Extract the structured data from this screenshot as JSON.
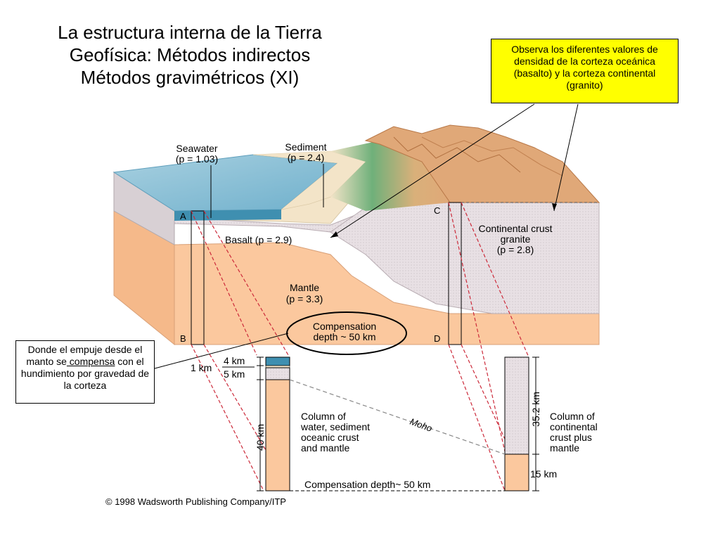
{
  "title": {
    "line1": "La estructura interna de la Tierra",
    "line2": "Geofísica: Métodos indirectos",
    "line3": "Métodos gravimétricos (XI)"
  },
  "notes": {
    "yellow": "Observa los diferentes valores de densidad de la corteza oceánica (basalto) y la corteza continental (granito)",
    "white_pre": "Donde el empuje desde el manto se",
    "white_link": " compensa",
    "white_post": " con el hundimiento por gravedad de la corteza"
  },
  "diagram": {
    "seawater_name": "Seawater",
    "seawater_density": "(p = 1.03)",
    "sediment_name": "Sediment",
    "sediment_density": "(p = 2.4)",
    "basalt": "Basalt (p = 2.9)",
    "continental_line1": "Continental crust",
    "continental_line2": "granite",
    "continental_line3": "(p = 2.8)",
    "mantle_name": "Mantle",
    "mantle_density": "(p = 3.3)",
    "compensation_line1": "Compensation",
    "compensation_line2": "depth ~ 50 km",
    "point_a": "A",
    "point_b": "B",
    "point_c": "C",
    "point_d": "D",
    "dim_4km": "4 km",
    "dim_1km": "1 km",
    "dim_5km": "5 km",
    "dim_40km": "40 km",
    "dim_352km": "35.2 km",
    "dim_15km": "15 km",
    "moho": "Moho",
    "oceanic_col_1": "Column of",
    "oceanic_col_2": "water, sediment",
    "oceanic_col_3": "oceanic crust",
    "oceanic_col_4": "and mantle",
    "continental_col_1": "Column of",
    "continental_col_2": "continental",
    "continental_col_3": "crust plus",
    "continental_col_4": "mantle",
    "bottom_compensation": "Compensation depth~ 50 km",
    "copyright": "© 1998 Wadsworth Publishing Company/ITP"
  },
  "colors": {
    "seawater": "#7fb8d0",
    "seawater_dark": "#3f8fb0",
    "sediment": "#f3e4c8",
    "basalt": "#e7dfe3",
    "mantle": "#fbc89e",
    "mountain": "#e0a878",
    "vegetation": "#6fb07a",
    "yellow_note": "#ffff00",
    "dashed_red": "#cc2a3a"
  }
}
